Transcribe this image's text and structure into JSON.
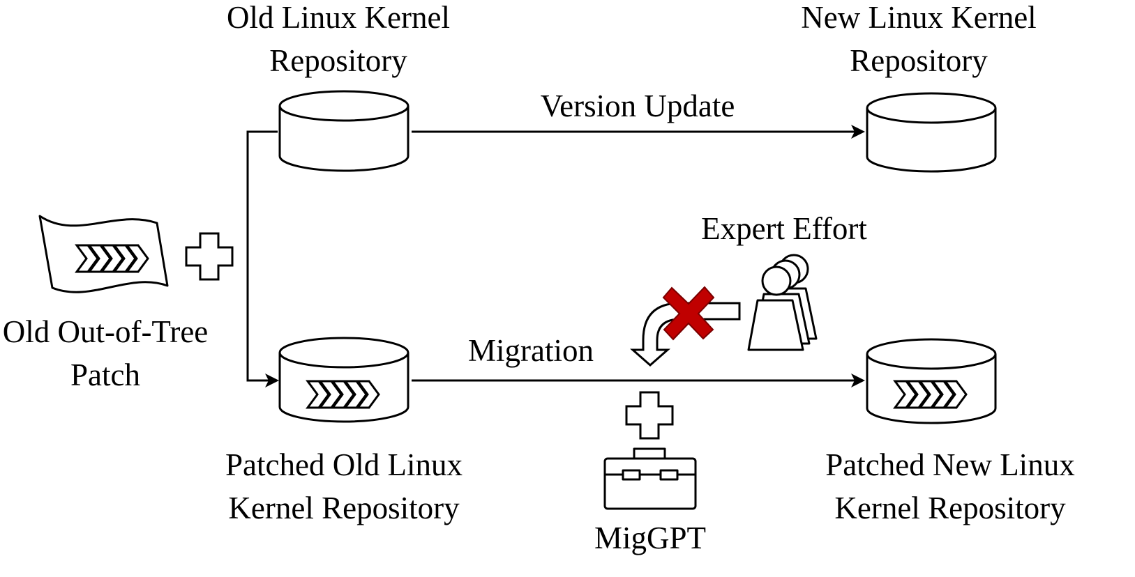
{
  "labels": {
    "old_repo": {
      "line1": "Old Linux Kernel",
      "line2": "Repository"
    },
    "new_repo": {
      "line1": "New Linux Kernel",
      "line2": "Repository"
    },
    "patched_old": {
      "line1": "Patched Old Linux",
      "line2": "Kernel Repository"
    },
    "patched_new": {
      "line1": "Patched New Linux",
      "line2": "Kernel Repository"
    },
    "patch": {
      "line1": "Old Out-of-Tree",
      "line2": "Patch"
    },
    "version_update": "Version Update",
    "migration": "Migration",
    "expert_effort": "Expert Effort",
    "miggpt": "MigGPT"
  },
  "colors": {
    "stroke": "#000000",
    "background": "#ffffff",
    "cross": "#c00000"
  },
  "icons": [
    "database-icon",
    "patch-document-icon",
    "plus-icon",
    "chevron-arrows-icon",
    "people-icon",
    "curved-arrow-icon",
    "cross-mark-icon",
    "toolbox-icon",
    "arrow-head-icon"
  ]
}
